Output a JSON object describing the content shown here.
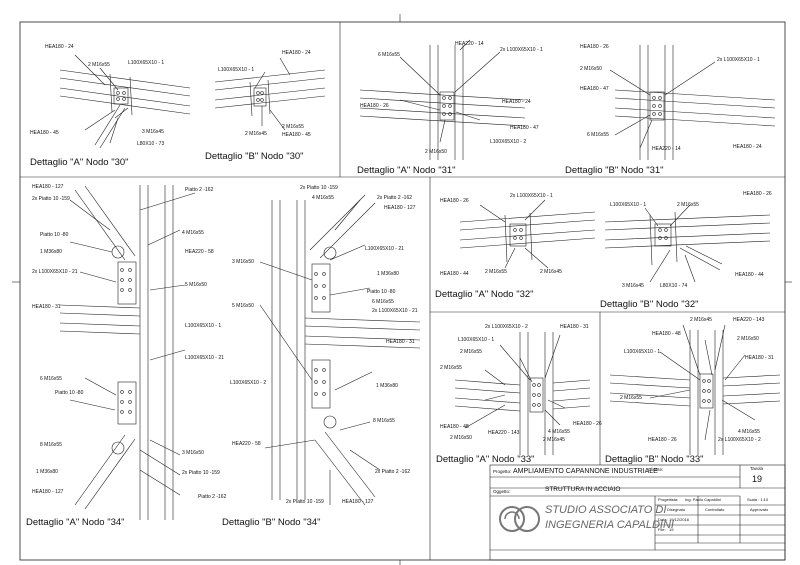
{
  "details": {
    "a30": {
      "caption": "Dettaglio \"A\" Nodo \"30\"",
      "labels": [
        "HEA180 - 24",
        "2 M16x55",
        "L100X65X10 - 1",
        "HEA180 - 45",
        "3 M16x45",
        "L80X10 - 73"
      ]
    },
    "b30": {
      "caption": "Dettaglio \"B\" Nodo \"30\"",
      "labels": [
        "HEA180 - 24",
        "L100X65X10 - 1",
        "2 M16x55",
        "2 M16x45",
        "HEA180 - 45"
      ]
    },
    "a31": {
      "caption": "Dettaglio \"A\" Nodo \"31\"",
      "labels": [
        "HEA220 - 14",
        "6 M16x55",
        "2x L100X65X10 - 1",
        "HEA180 - 24",
        "HEA180 - 26",
        "HEA180 - 47",
        "L100X65X10 - 2",
        "2 M16x50"
      ]
    },
    "b31": {
      "caption": "Dettaglio \"B\" Nodo \"31\"",
      "labels": [
        "HEA180 - 26",
        "2x L100X65X10 - 1",
        "2 M16x50",
        "HEA180 - 47",
        "6 M16x55",
        "HEA220 - 14",
        "HEA180 - 24"
      ]
    },
    "a34": {
      "caption": "Dettaglio \"A\" Nodo \"34\"",
      "labels": [
        "HEA180 - 127",
        "2x Piatto 10 -159",
        "Piatto 2 -162",
        "4 M16x55",
        "Piatto 10 -80",
        "1 M36x80",
        "HEA220 - 58",
        "2x L100X65X10 - 21",
        "5 M16x50",
        "HEA180 - 31",
        "L100X65X10 - 1",
        "L100X65X10 - 21",
        "6 M16x55",
        "Piatto 10 -80",
        "8 M16x55",
        "3 M16x50",
        "1 M36x80",
        "2x Piatto 10 -159",
        "HEA180 - 127",
        "Piatto 2 -162"
      ]
    },
    "b34": {
      "caption": "Dettaglio \"B\" Nodo \"34\"",
      "labels": [
        "2x Piatto 10 -159",
        "4 M16x55",
        "2x Piatto 2 -162",
        "HEA180 - 127",
        "L100X65X10 - 21",
        "3 M16x50",
        "1 M36x80",
        "Piatto 10 -80",
        "6 M16x55",
        "5 M16x50",
        "2x L100X65X10 - 21",
        "HEA180 - 31",
        "L100X65X10 - 2",
        "1 M36x80",
        "8 M16x55",
        "HEA220 - 58",
        "2x Piatto 2 -162",
        "2x Piatto 10 -159",
        "HEA180 - 127"
      ]
    },
    "a32": {
      "caption": "Dettaglio \"A\" Nodo \"32\"",
      "labels": [
        "HEA180 - 26",
        "2x L100X65X10 - 1",
        "HEA180 - 44",
        "2 M16x55",
        "2 M16x45"
      ]
    },
    "b32": {
      "caption": "Dettaglio \"B\" Nodo \"32\"",
      "labels": [
        "HEA180 - 26",
        "L100X65X10 - 1",
        "2 M16x55",
        "3 M16x45",
        "L80X10 - 74",
        "HEA180 - 44"
      ]
    },
    "a33": {
      "caption": "Dettaglio \"A\" Nodo \"33\"",
      "labels": [
        "2x L100X65X10 - 2",
        "HEA180 - 31",
        "L100X65X10 - 1",
        "2 M16x55",
        "2 M16x55",
        "HEA180 - 48",
        "HEA220 - 143",
        "4 M16x55",
        "2 M16x45",
        "HEA180 - 26",
        "2 M16x50"
      ]
    },
    "b33": {
      "caption": "Dettaglio \"B\" Nodo \"33\"",
      "labels": [
        "2 M16x45",
        "HEA220 - 143",
        "HEA180 - 48",
        "2 M16x50",
        "L100X65X10 - 1",
        "HEA180 - 31",
        "2 M16x55",
        "HEA180 - 26",
        "4 M16x55",
        "2x L100X65X10 - 2"
      ]
    }
  },
  "title_block": {
    "client_label": "Cliente:",
    "project_label": "Progetto:",
    "project": "AMPLIAMENTO CAPANNONE INDUSTRIALE",
    "subject_label": "Oggetto:",
    "subject": "STRUTTURA IN ACCIAIO",
    "sheet_label": "Tavola",
    "sheet_number": "19",
    "firm_line1": "STUDIO ASSOCIATO DI",
    "firm_line2": "INGEGNERIA CAPALDINI",
    "designer_label": "Progettista:",
    "designer": "Ing. Paolo Capaldini",
    "scale": "Scala : 1:10",
    "drawn_label": "Disegnato",
    "checked_label": "Controllato",
    "approved_label": "Approvato",
    "date_label": "Data:",
    "date": "19/12/2016",
    "file_label": "File:",
    "file": "19"
  }
}
